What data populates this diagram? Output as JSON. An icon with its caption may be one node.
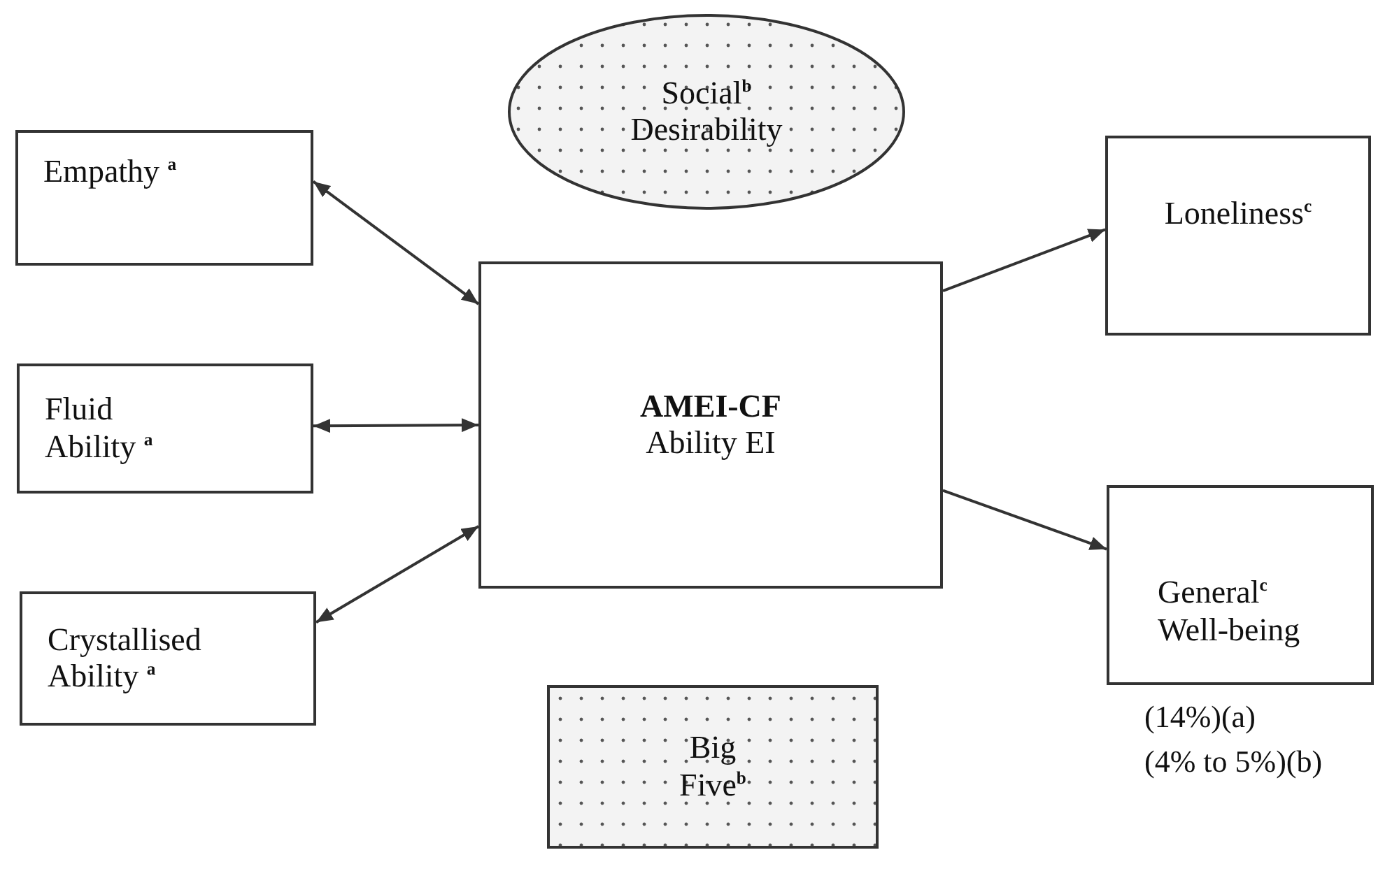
{
  "diagram": {
    "nodes": [
      {
        "text": [
          "Social$^{b}$ Desirability"
        ]
      },
      {
        "text": [
          "Empathy $^{a}$"
        ]
      },
      {
        "text": [
          "AMEI-CF",
          "Ability EI"
        ]
      },
      {
        "text": [
          "Loneliness$^{c}$"
        ]
      },
      {
        "text": [
          "Fluid Ability $^{a}$"
        ]
      },
      {
        "text": [
          "General$^{c}$ Well-being"
        ]
      },
      {
        "text": [
          "Crystallised Ability $^{a}$"
        ]
      },
      {
        "text": [
          "Big Five$^{b}$"
        ]
      }
    ],
    "edges": [
      {
        "from": 1,
        "to": 2,
        "arrow": "both"
      },
      {
        "from": 4,
        "to": 2,
        "arrow": "both"
      },
      {
        "from": 6,
        "to": 2,
        "arrow": "both"
      },
      {
        "from": 2,
        "to": 3,
        "arrow": "to"
      },
      {
        "from": 2,
        "to": 5,
        "arrow": "to"
      }
    ],
    "labels": [
      "(14%)(a)",
      "(4% to 5%)(b)"
    ]
  }
}
